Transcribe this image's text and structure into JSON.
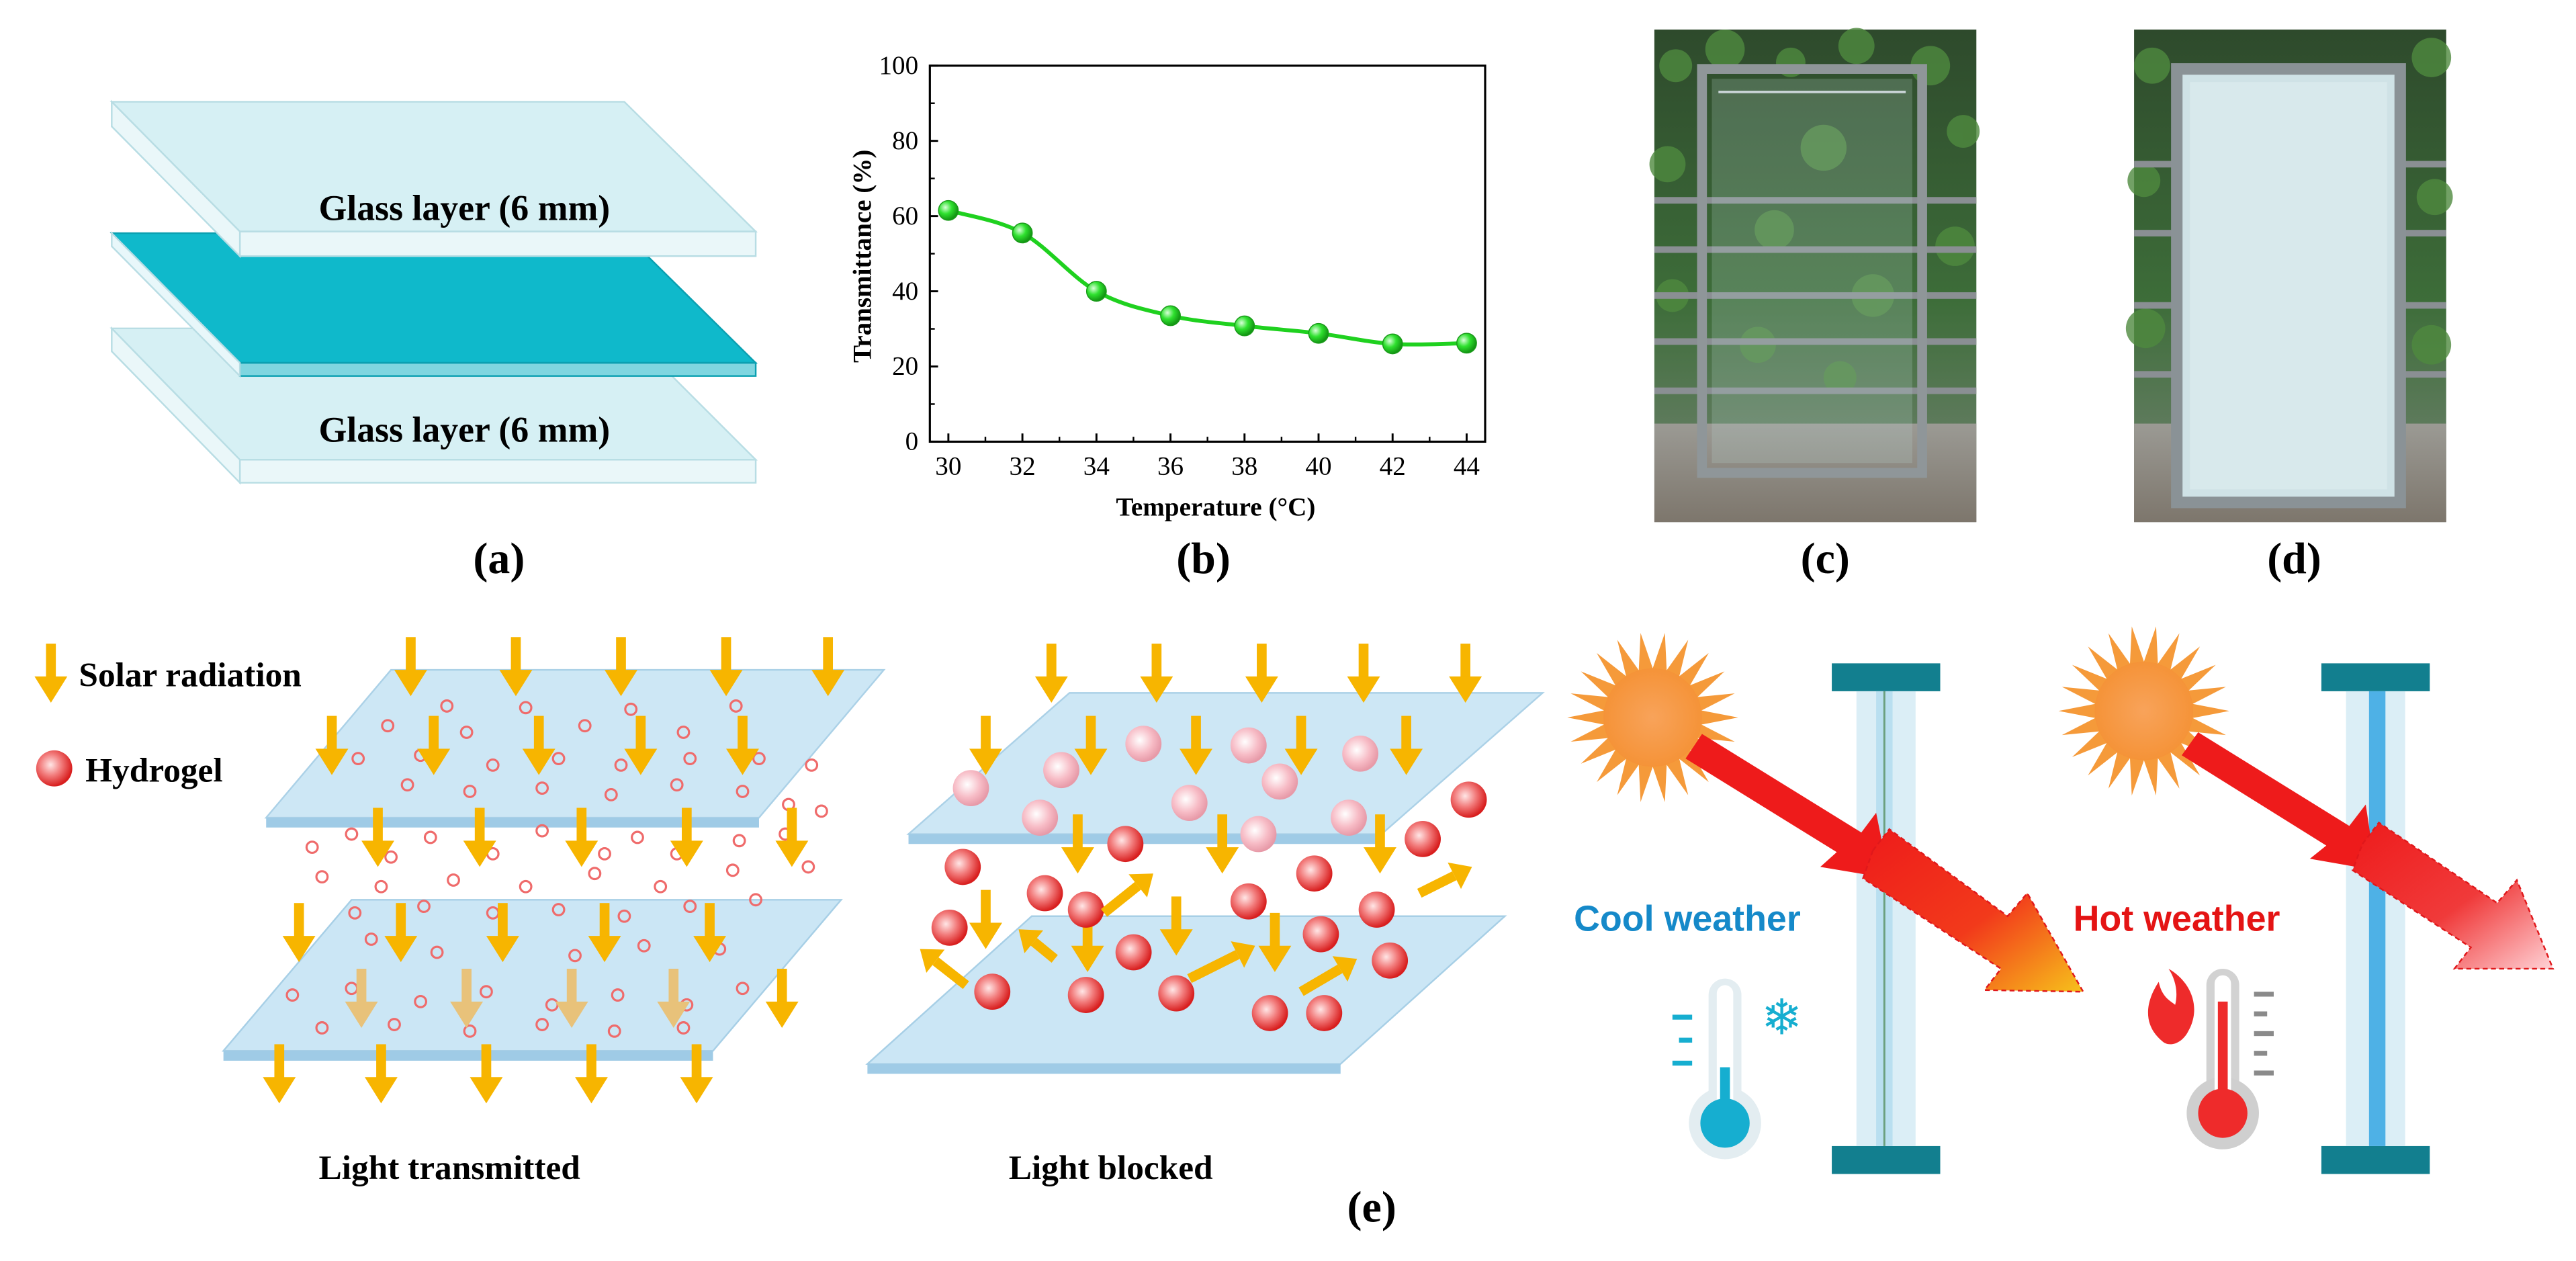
{
  "panel_a": {
    "letter": "(a)",
    "top_glass_label": "Glass layer (6 mm)",
    "bottom_glass_label": "Glass layer (6 mm)",
    "colors": {
      "glass": "#cdeef3",
      "hydrogel": "#0fb9cb"
    }
  },
  "panel_b": {
    "letter": "(b)"
  },
  "chart_data": {
    "type": "line",
    "title": "",
    "xlabel": "Temperature (°C)",
    "ylabel": "Transmittance (%)",
    "x": [
      30,
      32,
      34,
      36,
      38,
      40,
      42,
      44
    ],
    "series": [
      {
        "values": [
          61.5,
          55.5,
          40.0,
          33.5,
          30.8,
          28.8,
          26.0,
          26.2
        ],
        "color": "#1fd11f"
      }
    ],
    "xlim": [
      29.5,
      44.5
    ],
    "ylim": [
      0,
      100
    ],
    "xticks": [
      "30",
      "32",
      "34",
      "36",
      "38",
      "40",
      "42",
      "44"
    ],
    "yticks": [
      "0",
      "20",
      "40",
      "60",
      "80",
      "100"
    ],
    "grid": false,
    "legend": "none"
  },
  "panel_c": {
    "letter": "(c)",
    "description_icon": "transparent-window-photo"
  },
  "panel_d": {
    "letter": "(d)",
    "description_icon": "opaque-window-photo"
  },
  "panel_e": {
    "letter": "(e)",
    "legend": {
      "solar": "Solar radiation",
      "hydrogel": "Hydrogel"
    },
    "transmitted_label": "Light transmitted",
    "blocked_label": "Light blocked",
    "cool_label": "Cool weather",
    "hot_label": "Hot weather",
    "colors": {
      "arrow": "#f7b500",
      "bead": "#e83a3a",
      "sun": "#f59a3a",
      "ray": "#f21b1b",
      "frame": "#127f8f",
      "glass_pane": "#5ab8e8"
    }
  }
}
